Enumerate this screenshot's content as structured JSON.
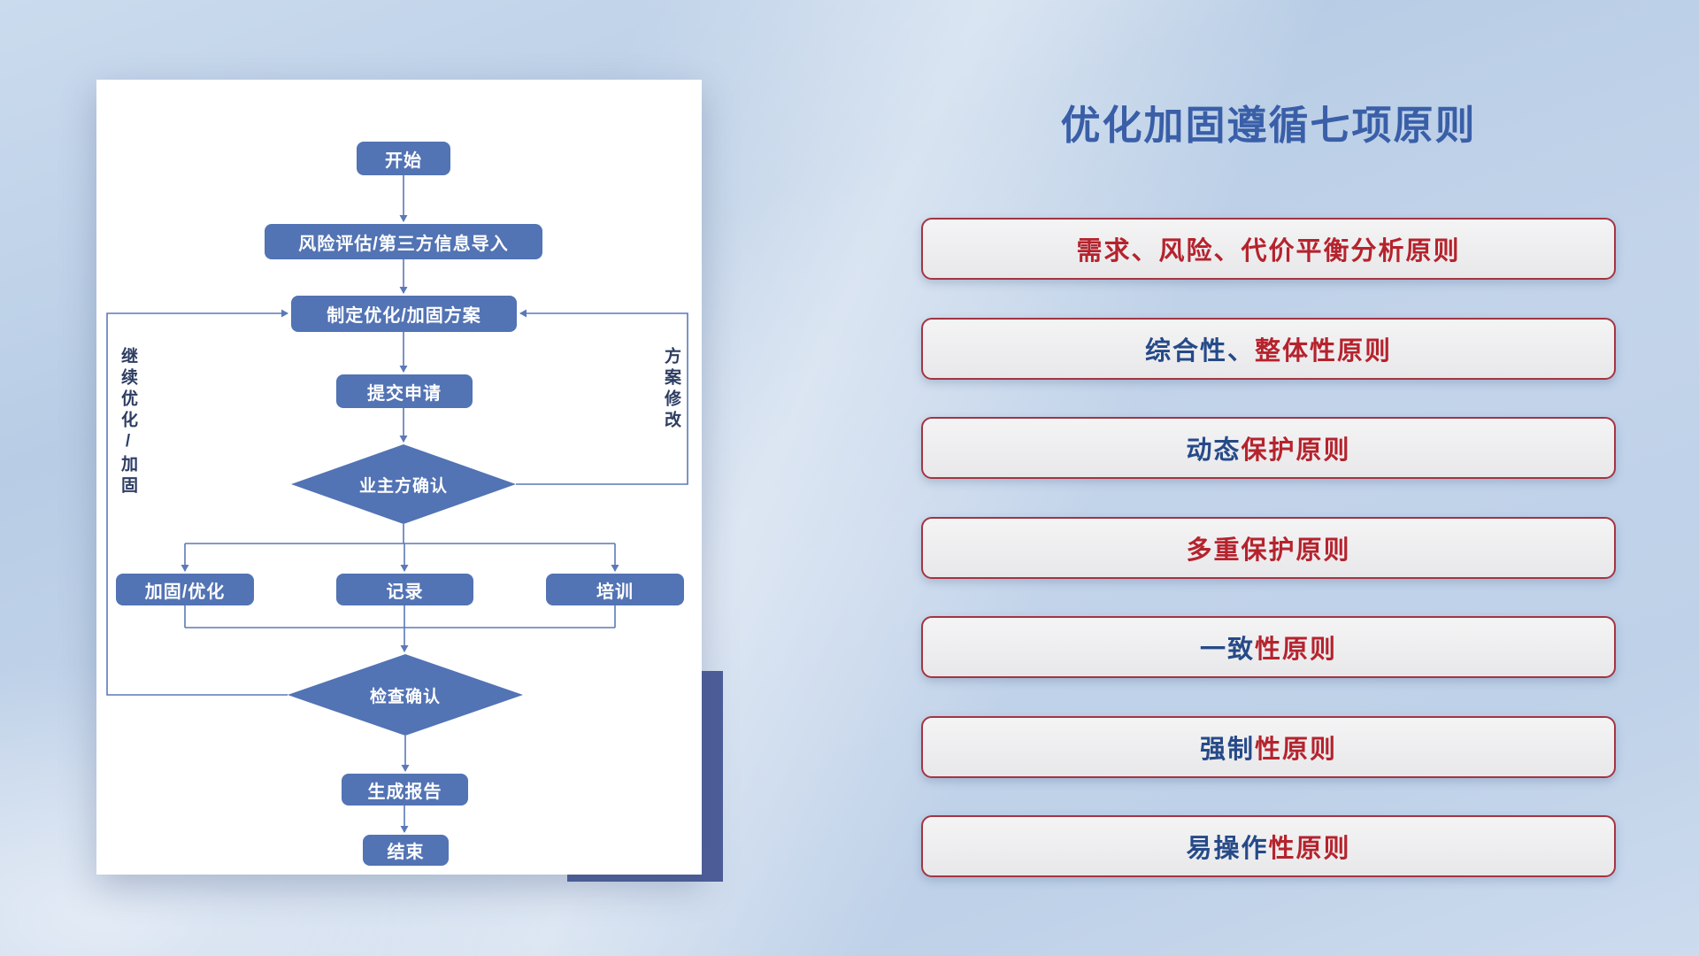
{
  "colors": {
    "red": "#b5232d",
    "blue": "#264a88",
    "node_fill": "#5273b4",
    "line": "#5b79b8",
    "title": "#3a5fa8"
  },
  "flowchart": {
    "nodes": {
      "start": "开始",
      "risk_import": "风险评估/第三方信息导入",
      "make_plan": "制定优化/加固方案",
      "submit": "提交申请",
      "owner_confirm": "业主方确认",
      "reinforce": "加固/优化",
      "record": "记录",
      "training": "培训",
      "check_confirm": "检查确认",
      "report": "生成报告",
      "end": "结束"
    },
    "loop_labels": {
      "left": "继续优化/加固",
      "right": "方案修改"
    }
  },
  "panel": {
    "title": "优化加固遵循七项原则",
    "principles": [
      {
        "segments": [
          {
            "text": "需求、风险、代价平衡分析原则",
            "color": "red"
          }
        ]
      },
      {
        "segments": [
          {
            "text": "综合性、",
            "color": "blue"
          },
          {
            "text": "整体性原则",
            "color": "red"
          }
        ]
      },
      {
        "segments": [
          {
            "text": "动态",
            "color": "blue"
          },
          {
            "text": "保护原则",
            "color": "red"
          }
        ]
      },
      {
        "segments": [
          {
            "text": "多重保护原则",
            "color": "red"
          }
        ]
      },
      {
        "segments": [
          {
            "text": "一致",
            "color": "blue"
          },
          {
            "text": "性原则",
            "color": "red"
          }
        ]
      },
      {
        "segments": [
          {
            "text": "强制",
            "color": "blue"
          },
          {
            "text": "性原则",
            "color": "red"
          }
        ]
      },
      {
        "segments": [
          {
            "text": "易操作",
            "color": "blue"
          },
          {
            "text": "性原则",
            "color": "red"
          }
        ]
      }
    ]
  }
}
